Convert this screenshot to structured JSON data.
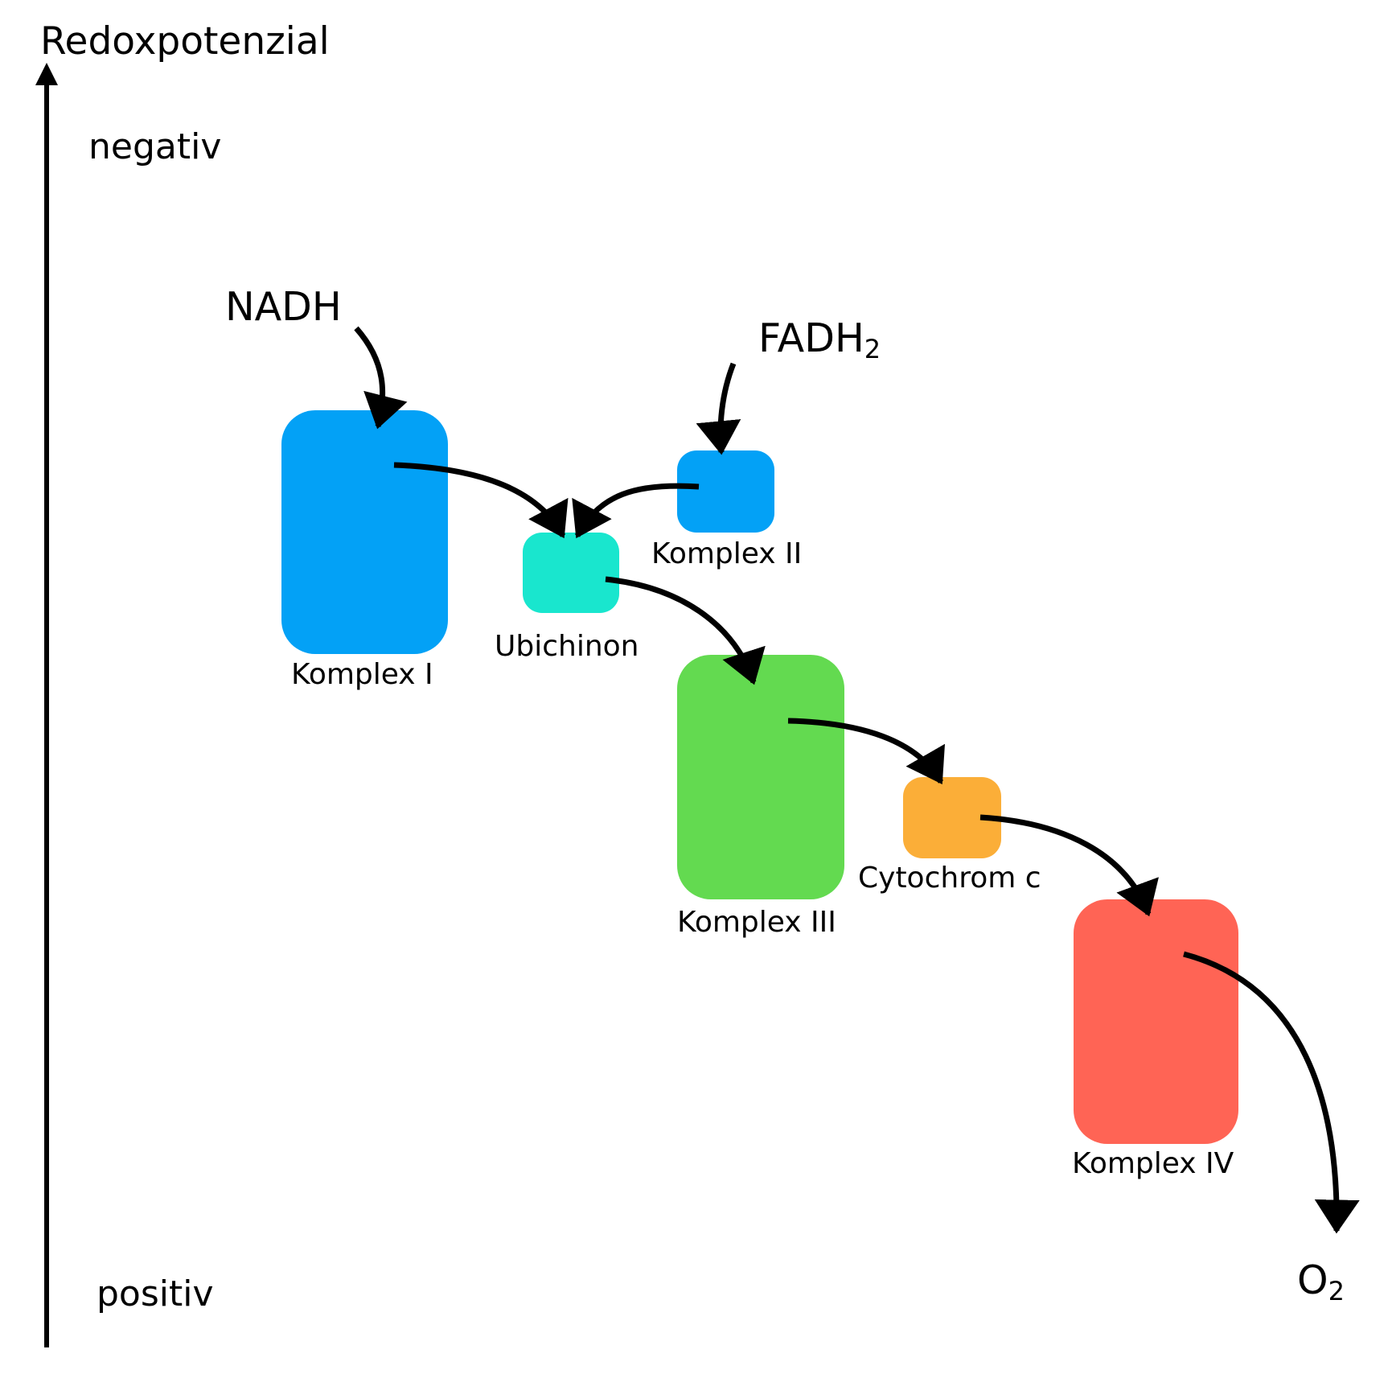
{
  "axis": {
    "title": "Redoxpotenzial",
    "top_label": "negativ",
    "bottom_label": "positiv",
    "direction_icon": "arrow-up-icon"
  },
  "inputs": {
    "nadh": "NADH",
    "fadh2_main": "FADH",
    "fadh2_sub": "2"
  },
  "output": {
    "o2_main": "O",
    "o2_sub": "2"
  },
  "components": [
    {
      "id": "komplex-1",
      "label": "Komplex I",
      "color": "#03A1F6"
    },
    {
      "id": "ubichinon",
      "label": "Ubichinon",
      "color": "#19E6CE"
    },
    {
      "id": "komplex-2",
      "label": "Komplex II",
      "color": "#03A1F6"
    },
    {
      "id": "komplex-3",
      "label": "Komplex III",
      "color": "#63DA50"
    },
    {
      "id": "cytochrom-c",
      "label": "Cytochrom c",
      "color": "#FBAE38"
    },
    {
      "id": "komplex-4",
      "label": "Komplex IV",
      "color": "#FF6455"
    }
  ],
  "flows": [
    {
      "from": "NADH",
      "to": "Komplex I"
    },
    {
      "from": "FADH2",
      "to": "Komplex II"
    },
    {
      "from": "Komplex I",
      "to": "Ubichinon"
    },
    {
      "from": "Komplex II",
      "to": "Ubichinon"
    },
    {
      "from": "Ubichinon",
      "to": "Komplex III"
    },
    {
      "from": "Komplex III",
      "to": "Cytochrom c"
    },
    {
      "from": "Cytochrom c",
      "to": "Komplex IV"
    },
    {
      "from": "Komplex IV",
      "to": "O2"
    }
  ]
}
